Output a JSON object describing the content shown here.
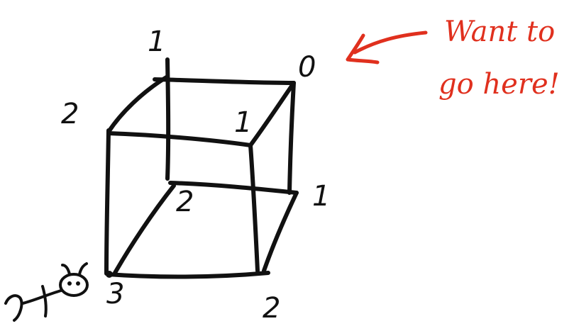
{
  "vertices": {
    "top_back_left": "1",
    "top_front_left": "2",
    "top_front_right": "1",
    "top_back_right": "0",
    "bottom_back_left": "2",
    "bottom_back_right": "1",
    "bottom_front_left": "3",
    "bottom_front_right": "2"
  },
  "annotation": {
    "line1": "Want to",
    "line2": "go here!"
  },
  "colors": {
    "ink": "#111111",
    "annotation": "#e0301e"
  },
  "icons": {
    "arrow": "left-arrow-icon",
    "figure": "ant-stick-figure-icon"
  }
}
